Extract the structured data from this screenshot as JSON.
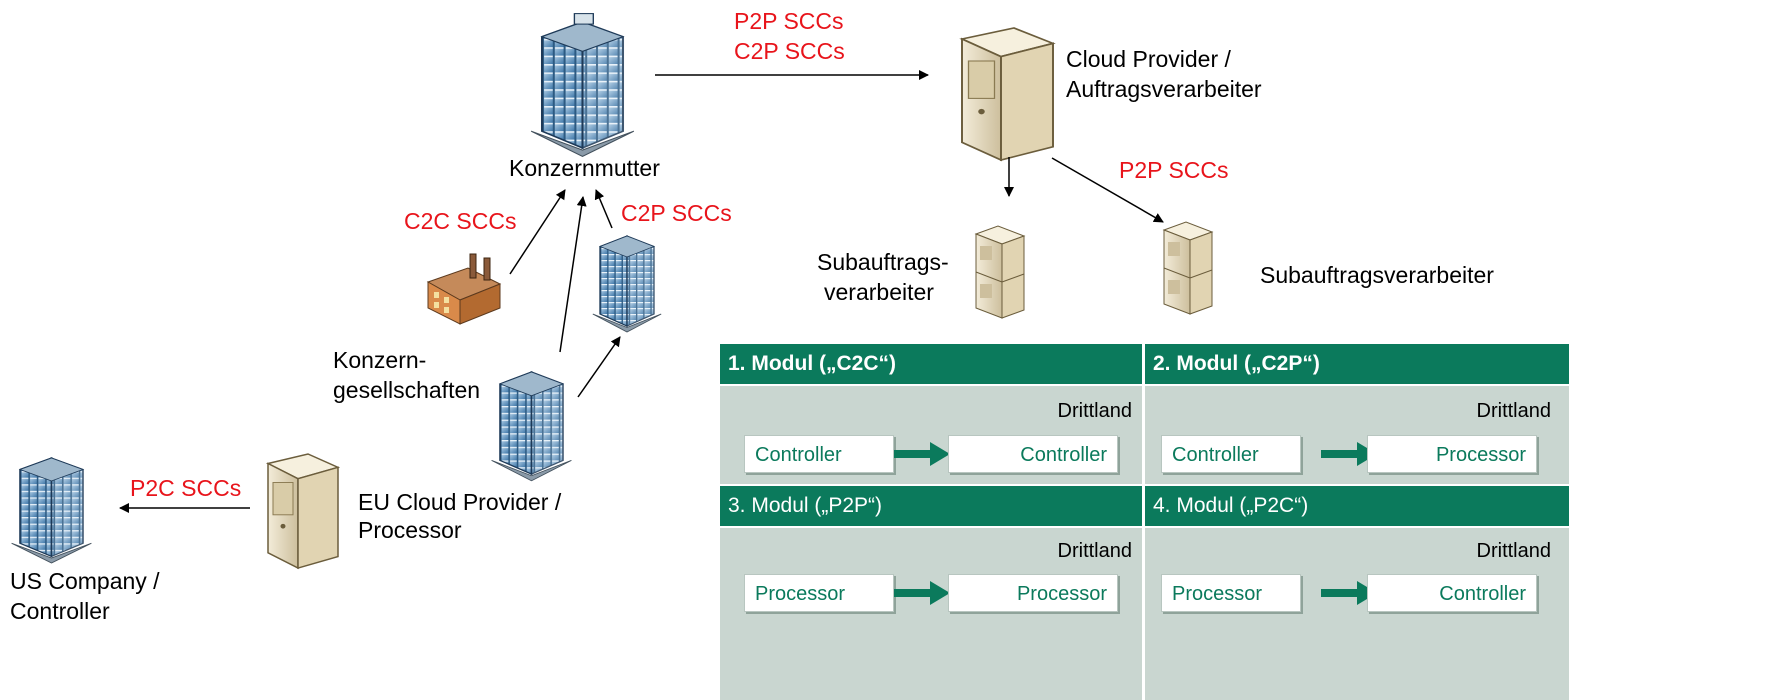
{
  "diagram": {
    "labels": {
      "konzernmutter": "Konzernmutter",
      "konzern_line1": "Konzern-",
      "konzern_line2": "gesellschaften",
      "us_line1": "US Company /",
      "us_line2": "Controller",
      "eu_line1": "EU Cloud Provider /",
      "eu_line2": "Processor",
      "cloud_line1": "Cloud Provider /",
      "cloud_line2": "Auftragsverarbeiter",
      "sub_left_line1": "Subauftrags-",
      "sub_left_line2": "verarbeiter",
      "sub_right": "Subauftragsverarbeiter"
    },
    "scc_labels": {
      "top_p2p": "P2P SCCs",
      "top_c2p": "C2P SCCs",
      "right_p2p": "P2P SCCs",
      "c2c": "C2C SCCs",
      "c2p": "C2P SCCs",
      "p2c": "P2C SCCs"
    },
    "colors": {
      "scc": "#e8141b",
      "module_header": "#0b7a5c",
      "module_body": "#c9d6d0"
    }
  },
  "modules": [
    {
      "title": "1. Modul („C2C“)",
      "region": "Drittland",
      "from": "Controller",
      "to": "Controller"
    },
    {
      "title": "2. Modul („C2P“)",
      "region": "Drittland",
      "from": "Controller",
      "to": "Processor"
    },
    {
      "title": "3. Modul („P2P“)",
      "region": "Drittland",
      "from": "Processor",
      "to": "Processor"
    },
    {
      "title": "4. Modul („P2C“)",
      "region": "Drittland",
      "from": "Processor",
      "to": "Controller"
    }
  ]
}
